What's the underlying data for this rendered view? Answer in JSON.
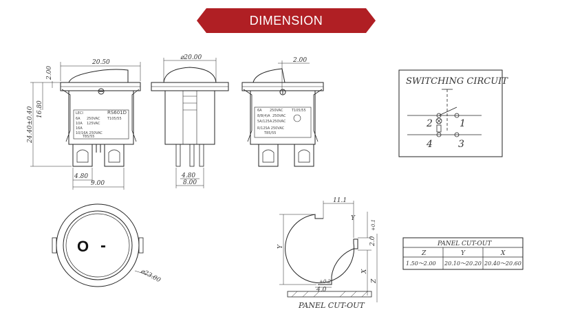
{
  "header": {
    "title": "DIMENSION",
    "color": "#b01f24"
  },
  "front_view": {
    "width_dim": "20.50",
    "height_dims": [
      "2.00",
      "16.80",
      "24.40±0.40"
    ],
    "pin_pitch_small": "4.80",
    "pin_pitch_large": "9.00",
    "label_lines": [
      "LECI",
      "RS601D",
      "6A",
      "250VAC",
      "T105/55",
      "10A",
      "125VAC",
      "16A",
      "10/16A 250VAC",
      "T85/55"
    ]
  },
  "side_view": {
    "diameter_dim": "⌀20.00",
    "pin_dims": [
      "4.80",
      "8.00"
    ]
  },
  "rear_view": {
    "top_dim": "2.00",
    "label_lines": [
      "6A",
      "250VAC",
      "T105/55",
      "8/8(4)A",
      "250VAC",
      "5A/125A",
      "250VAC",
      "R/12SA 250VAC",
      "T85/55"
    ]
  },
  "switching_circuit": {
    "title": "SWITCHING CIRCUIT",
    "terminals": [
      "1",
      "2",
      "3",
      "4"
    ]
  },
  "top_view": {
    "diameter_dim": "⌀23.00",
    "symbols": [
      "O",
      "-"
    ]
  },
  "panel_cutout": {
    "label": "PANEL CUT-OUT",
    "dims": {
      "top": "11.1",
      "slot_tol": "+0.1",
      "slot": "2.0",
      "bottom_tol": "+0.2",
      "bottom": "4.0",
      "y": "Y",
      "x": "X",
      "z": "Z"
    }
  },
  "cutout_table": {
    "title": "PANEL CUT-OUT",
    "headers": [
      "Z",
      "Y",
      "X"
    ],
    "values": [
      "1.50～2.00",
      "20.10～20.20",
      "20.40～20.60"
    ]
  }
}
